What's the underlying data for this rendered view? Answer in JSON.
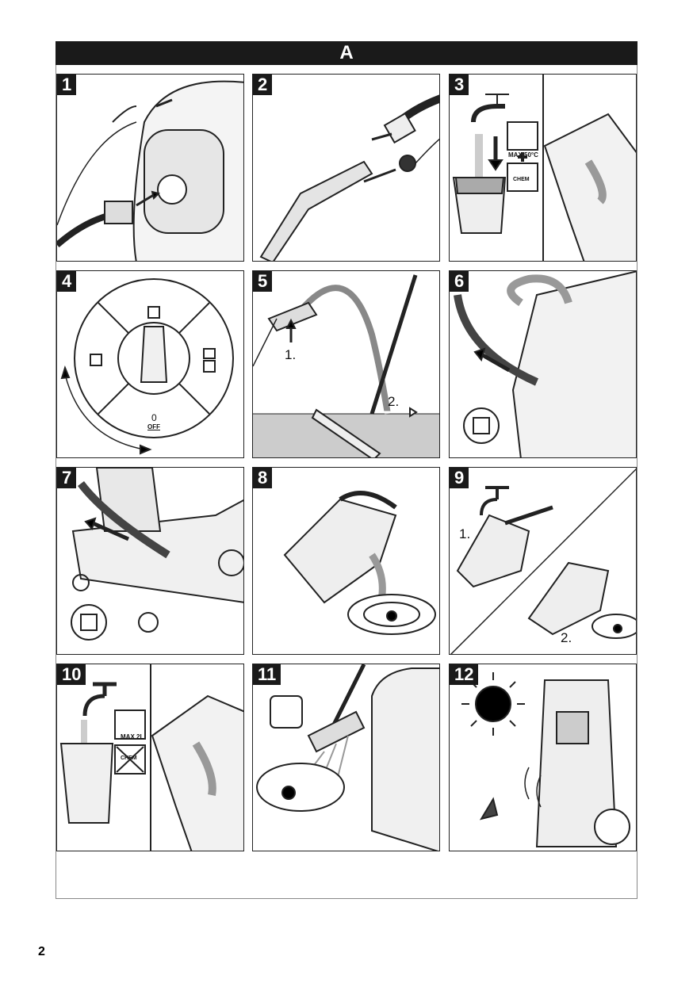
{
  "header": {
    "title": "A"
  },
  "panels": [
    {
      "number": "1"
    },
    {
      "number": "2"
    },
    {
      "number": "3",
      "max_temp": "MAX 50°C",
      "chem_label": "CHEM"
    },
    {
      "number": "4",
      "off_value": "0",
      "off_label": "OFF"
    },
    {
      "number": "5",
      "step1": "1.",
      "step2": "2."
    },
    {
      "number": "6"
    },
    {
      "number": "7"
    },
    {
      "number": "8"
    },
    {
      "number": "9",
      "step1": "1.",
      "step2": "2."
    },
    {
      "number": "10",
      "max_volume": "MAX 2L",
      "chem_label": "CHEM"
    },
    {
      "number": "11"
    },
    {
      "number": "12"
    }
  ],
  "page_number": "2"
}
